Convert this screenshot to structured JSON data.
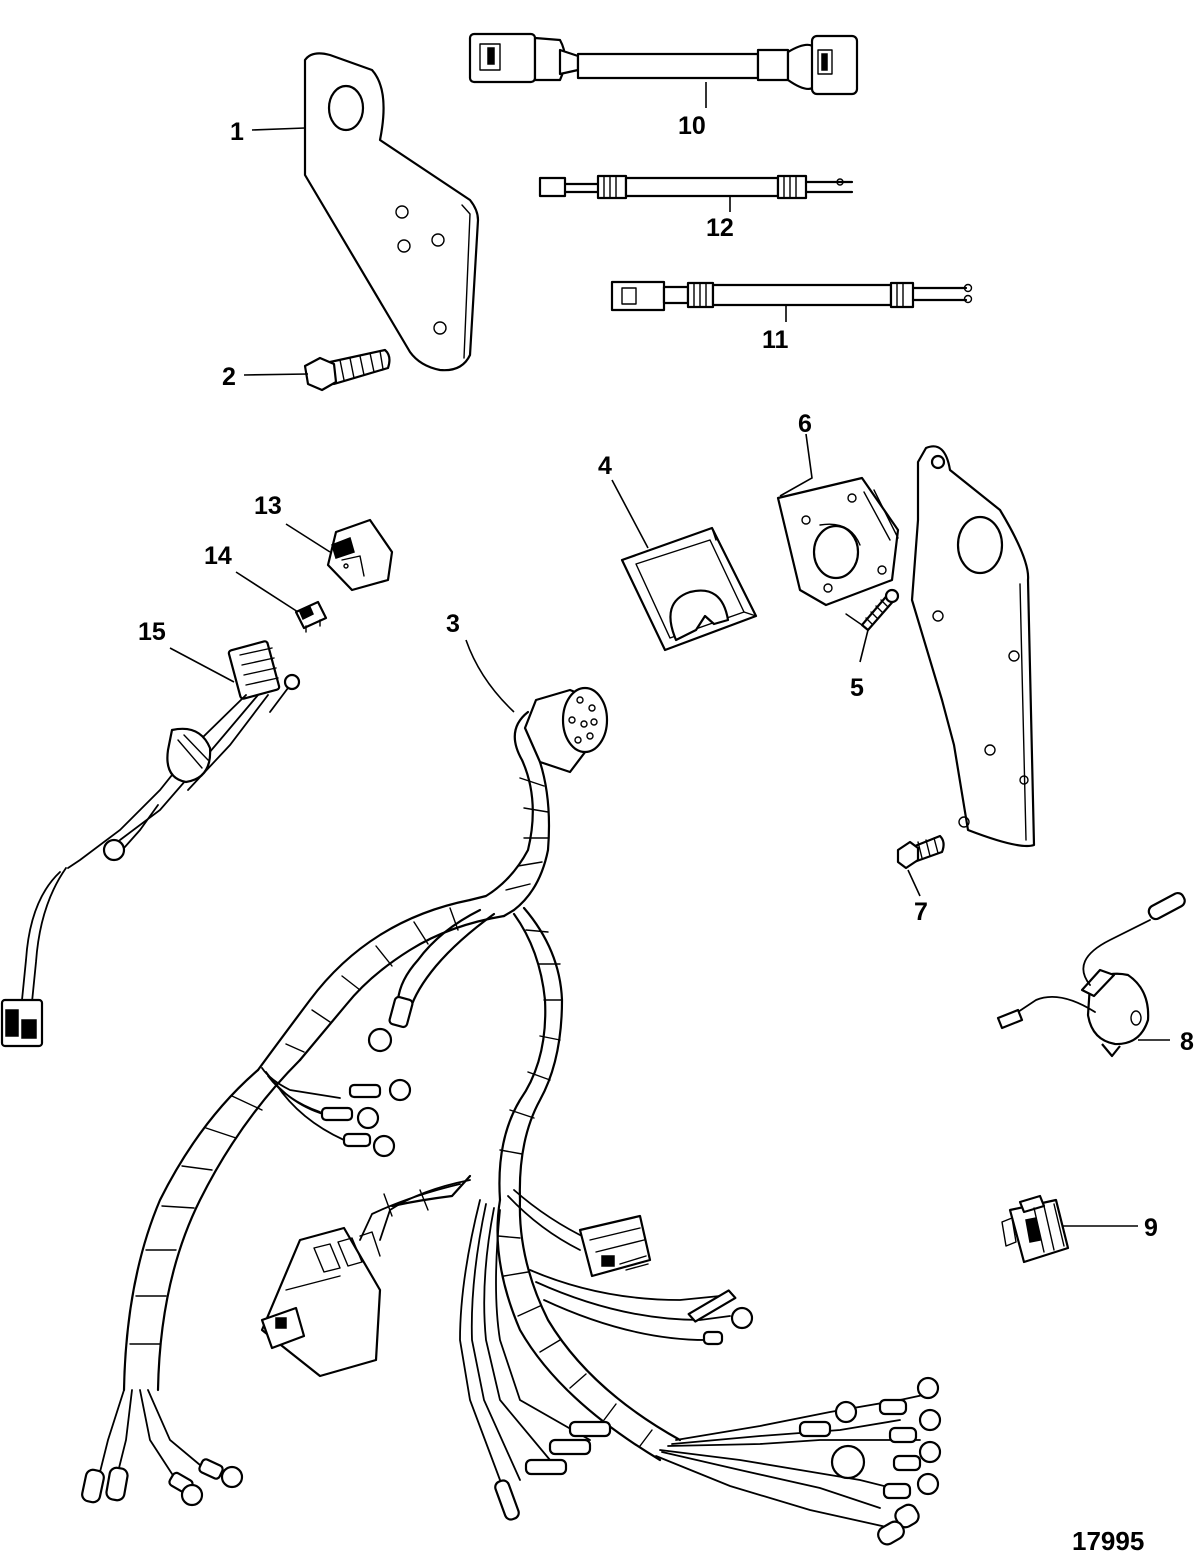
{
  "callouts": {
    "c1": "1",
    "c2": "2",
    "c3": "3",
    "c4": "4",
    "c5": "5",
    "c6": "6",
    "c7": "7",
    "c8": "8",
    "c9": "9",
    "c10": "10",
    "c11": "11",
    "c12": "12",
    "c13": "13",
    "c14": "14",
    "c15": "15"
  },
  "figure_id": "17995"
}
